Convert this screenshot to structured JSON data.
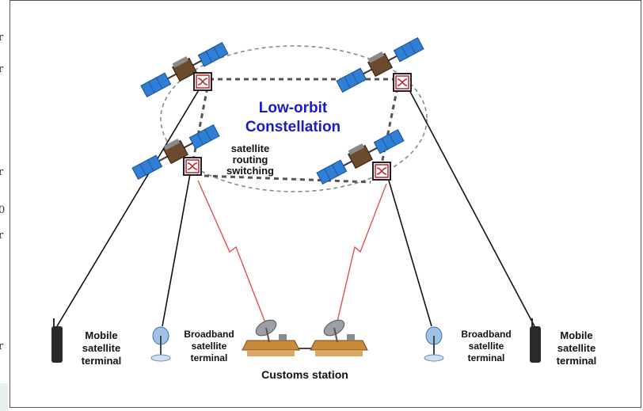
{
  "title_line1": "Low-orbit",
  "title_line2": "Constellation",
  "routing_l1": "satellite",
  "routing_l2": "routing",
  "routing_l3": "switching",
  "mobile_left": [
    "Mobile",
    "satellite",
    "terminal"
  ],
  "broadband_left": [
    "Broadband",
    "satellite",
    "terminal"
  ],
  "broadband_right": [
    "Broadband",
    "satellite",
    "terminal"
  ],
  "mobile_right": [
    "Mobile",
    "satellite",
    "terminal"
  ],
  "customs_label": "Customs station",
  "left_edge_glyphs": [
    "r",
    "r",
    "r",
    "0",
    "r",
    "r"
  ],
  "colors": {
    "title": "#1a1acc",
    "link_red": "#e05050",
    "dashed": "#555555",
    "panel_blue": "#2f7fd6",
    "switch_red": "#c0202a"
  },
  "icons": [
    "satellite-icon",
    "router-switch-icon",
    "mobile-phone-icon",
    "dish-antenna-icon",
    "ground-station-icon"
  ]
}
